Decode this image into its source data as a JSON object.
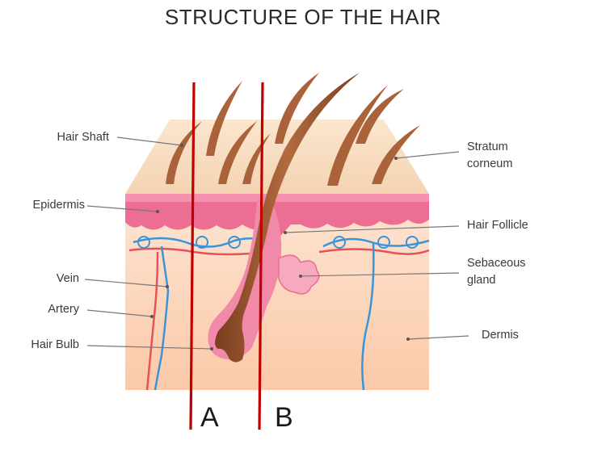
{
  "title": "STRUCTURE OF THE HAIR",
  "labels": {
    "hair_shaft": "Hair Shaft",
    "epidermis": "Epidermis",
    "vein": "Vein",
    "artery": "Artery",
    "hair_bulb": "Hair Bulb",
    "stratum_line1": "Stratum",
    "stratum_line2": "corneum",
    "hair_follicle": "Hair Follicle",
    "sebaceous_line1": "Sebaceous",
    "sebaceous_line2": "gland",
    "dermis": "Dermis"
  },
  "markers": {
    "a": "A",
    "b": "B"
  },
  "colors": {
    "marker_line": "#c00000",
    "skin_top": "#f3d2b0",
    "epidermis": "#ec6f93",
    "dermis": "#fbd3b6",
    "hair": "#a9623a",
    "vein": "#3a94d8",
    "artery": "#e8505a"
  }
}
